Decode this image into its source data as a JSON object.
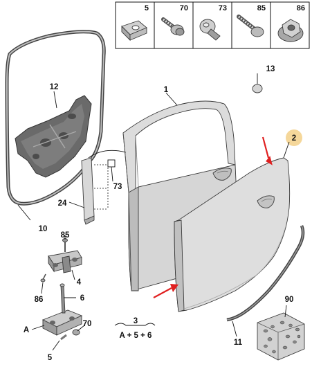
{
  "hardware_table": {
    "items": [
      {
        "number": "5",
        "icon": "clip-nut-icon"
      },
      {
        "number": "70",
        "icon": "flange-bolt-icon"
      },
      {
        "number": "73",
        "icon": "push-rivet-icon"
      },
      {
        "number": "85",
        "icon": "screw-icon"
      },
      {
        "number": "86",
        "icon": "flange-nut-icon"
      }
    ]
  },
  "callouts": {
    "c1": "1",
    "c2": "2",
    "c3": "3",
    "c4": "4",
    "c5": "5",
    "c6": "6",
    "c10": "10",
    "c11": "11",
    "c12": "12",
    "c13": "13",
    "c24": "24",
    "c70": "70",
    "c73": "73",
    "c85": "85",
    "c86": "86",
    "c90": "90",
    "cA": "A"
  },
  "kit_formula": "A + 5 + 6",
  "colors": {
    "panel": "#d8d8d8",
    "panel_shadow": "#b4b4b4",
    "dark_part": "#6a6a6a",
    "arrow": "#e02020",
    "highlight_circle": "#f5d79a"
  }
}
